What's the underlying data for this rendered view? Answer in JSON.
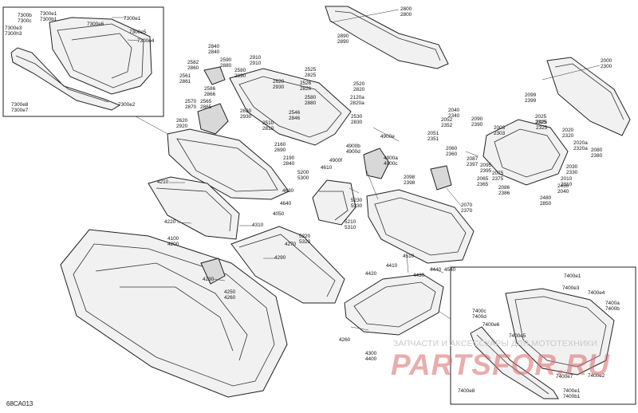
{
  "diagram_code": "68CA013",
  "watermark": {
    "line1": "ЗАПЧАСТИ И АКСЕССУАРЫ ДЛЯ МОТОТЕХНИКИ",
    "line2": "PARTSFOR.RU"
  },
  "callouts": [
    {
      "id": "c7300b",
      "lines": [
        "7300b",
        "7300c"
      ]
    },
    {
      "id": "c7300e1",
      "lines": [
        "7300e1",
        "7300b1"
      ]
    },
    {
      "id": "c7300e3",
      "lines": [
        "7300e3",
        "7300h3"
      ]
    },
    {
      "id": "c7300e6",
      "lines": [
        "7300e6"
      ]
    },
    {
      "id": "c7300e1b",
      "lines": [
        "7300e1"
      ]
    },
    {
      "id": "c7300e5",
      "lines": [
        "7300e5"
      ]
    },
    {
      "id": "c7300e4",
      "lines": [
        "7300e4"
      ]
    },
    {
      "id": "c7300e8",
      "lines": [
        "7300e8",
        "7300e7"
      ]
    },
    {
      "id": "c7300e2",
      "lines": [
        "7300e2"
      ]
    },
    {
      "id": "c2840",
      "lines": [
        "2840",
        "2840"
      ]
    },
    {
      "id": "c2582",
      "lines": [
        "2582",
        "2860"
      ]
    },
    {
      "id": "c2590",
      "lines": [
        "2590",
        "2880"
      ]
    },
    {
      "id": "c2561",
      "lines": [
        "2561",
        "2861"
      ]
    },
    {
      "id": "c2580",
      "lines": [
        "2580",
        "2890"
      ]
    },
    {
      "id": "c2910",
      "lines": [
        "2910",
        "2910"
      ]
    },
    {
      "id": "c2620",
      "lines": [
        "2620",
        "2930"
      ]
    },
    {
      "id": "c2525",
      "lines": [
        "2525",
        "2825"
      ]
    },
    {
      "id": "c2526",
      "lines": [
        "2526",
        "2826"
      ]
    },
    {
      "id": "c2520",
      "lines": [
        "2520",
        "2820"
      ]
    },
    {
      "id": "c2800",
      "lines": [
        "2800",
        "2800"
      ]
    },
    {
      "id": "c2890b",
      "lines": [
        "2890",
        "2890"
      ]
    },
    {
      "id": "c2570",
      "lines": [
        "2570",
        "2870"
      ]
    },
    {
      "id": "c2565",
      "lines": [
        "2565",
        "2865"
      ]
    },
    {
      "id": "c2866",
      "lines": [
        "2586",
        "2866"
      ]
    },
    {
      "id": "c2630",
      "lines": [
        "2630",
        "2930"
      ]
    },
    {
      "id": "c2580b",
      "lines": [
        "2580",
        "2880"
      ]
    },
    {
      "id": "c2120",
      "lines": [
        "2120a",
        "2820a"
      ]
    },
    {
      "id": "c2546",
      "lines": [
        "2546",
        "2846"
      ]
    },
    {
      "id": "c2530",
      "lines": [
        "2530",
        "2830"
      ]
    },
    {
      "id": "c2510",
      "lines": [
        "2510",
        "2810"
      ]
    },
    {
      "id": "c2620b",
      "lines": [
        "2620",
        "2920"
      ]
    },
    {
      "id": "c2190",
      "lines": [
        "2160",
        "2690"
      ]
    },
    {
      "id": "c2190b",
      "lines": [
        "2190",
        "2840"
      ]
    },
    {
      "id": "c4900b",
      "lines": [
        "4900b",
        "4900d"
      ]
    },
    {
      "id": "c4900e",
      "lines": [
        "4900e"
      ]
    },
    {
      "id": "c4900f",
      "lines": [
        "4900f"
      ]
    },
    {
      "id": "c4610",
      "lines": [
        "4610"
      ]
    },
    {
      "id": "c4900a",
      "lines": [
        "4900a",
        "4900c"
      ]
    },
    {
      "id": "c5200",
      "lines": [
        "5200",
        "5300"
      ]
    },
    {
      "id": "c4630",
      "lines": [
        "4630"
      ]
    },
    {
      "id": "c4640",
      "lines": [
        "4640"
      ]
    },
    {
      "id": "c4050",
      "lines": [
        "4050"
      ]
    },
    {
      "id": "c5230",
      "lines": [
        "5230",
        "5330"
      ]
    },
    {
      "id": "c5210",
      "lines": [
        "5210",
        "5310"
      ]
    },
    {
      "id": "c5220",
      "lines": [
        "5220",
        "5320"
      ]
    },
    {
      "id": "c4270",
      "lines": [
        "4270"
      ]
    },
    {
      "id": "c2000",
      "lines": [
        "2000",
        "2300"
      ]
    },
    {
      "id": "c2099",
      "lines": [
        "2099",
        "2399"
      ]
    },
    {
      "id": "c2040",
      "lines": [
        "2040",
        "2340"
      ]
    },
    {
      "id": "c2090",
      "lines": [
        "2090",
        "2390"
      ]
    },
    {
      "id": "c2025",
      "lines": [
        "2025",
        "2325"
      ]
    },
    {
      "id": "c2052",
      "lines": [
        "2052",
        "2352"
      ]
    },
    {
      "id": "c2051",
      "lines": [
        "2051",
        "2351"
      ]
    },
    {
      "id": "c2003",
      "lines": [
        "2003",
        "2303"
      ]
    },
    {
      "id": "c2025b",
      "lines": [
        "2025",
        "2325"
      ]
    },
    {
      "id": "c2020",
      "lines": [
        "2020",
        "2320"
      ]
    },
    {
      "id": "c2060",
      "lines": [
        "2060",
        "2360"
      ]
    },
    {
      "id": "c2020a",
      "lines": [
        "2020a",
        "2320a"
      ]
    },
    {
      "id": "c2080",
      "lines": [
        "2080",
        "2380"
      ]
    },
    {
      "id": "c2087",
      "lines": [
        "2087",
        "2397"
      ]
    },
    {
      "id": "c2095",
      "lines": [
        "2095",
        "2395"
      ]
    },
    {
      "id": "c2098",
      "lines": [
        "2098",
        "2398"
      ]
    },
    {
      "id": "c2330",
      "lines": [
        "2030",
        "2330"
      ]
    },
    {
      "id": "c2065",
      "lines": [
        "2065",
        "2365"
      ]
    },
    {
      "id": "c2075",
      "lines": [
        "2075",
        "2375"
      ]
    },
    {
      "id": "c2086",
      "lines": [
        "2086",
        "2386"
      ]
    },
    {
      "id": "c2450",
      "lines": [
        "2450",
        "2040"
      ]
    },
    {
      "id": "c2010",
      "lines": [
        "2010",
        "2310"
      ]
    },
    {
      "id": "c2480",
      "lines": [
        "2480",
        "2850"
      ]
    },
    {
      "id": "c2070",
      "lines": [
        "2070",
        "2370"
      ]
    },
    {
      "id": "c4210",
      "lines": [
        "4210"
      ]
    },
    {
      "id": "c4220",
      "lines": [
        "4220"
      ]
    },
    {
      "id": "c4310",
      "lines": [
        "4310"
      ]
    },
    {
      "id": "c4100",
      "lines": [
        "4100",
        "4200"
      ]
    },
    {
      "id": "c4290",
      "lines": [
        "4290"
      ]
    },
    {
      "id": "c4230",
      "lines": [
        "4230"
      ]
    },
    {
      "id": "c4250",
      "lines": [
        "4250",
        "4260"
      ]
    },
    {
      "id": "c4510",
      "lines": [
        "4510"
      ]
    },
    {
      "id": "c4410",
      "lines": [
        "4410"
      ]
    },
    {
      "id": "c4420",
      "lines": [
        "4420"
      ]
    },
    {
      "id": "c4430",
      "lines": [
        "4430"
      ]
    },
    {
      "id": "c4440",
      "lines": [
        "4440"
      ]
    },
    {
      "id": "c4540",
      "lines": [
        "4540"
      ]
    },
    {
      "id": "c4260b",
      "lines": [
        "4260"
      ]
    },
    {
      "id": "c4300",
      "lines": [
        "4300",
        "4400"
      ]
    },
    {
      "id": "c7400e1",
      "lines": [
        "7400e1"
      ]
    },
    {
      "id": "c7400e3",
      "lines": [
        "7400e3"
      ]
    },
    {
      "id": "c7400e4",
      "lines": [
        "7400e4"
      ]
    },
    {
      "id": "c7400a",
      "lines": [
        "7400a",
        "7400b"
      ]
    },
    {
      "id": "c7400c",
      "lines": [
        "7400c",
        "7400d"
      ]
    },
    {
      "id": "c7400e6",
      "lines": [
        "7400e6"
      ]
    },
    {
      "id": "c7400e5",
      "lines": [
        "7400e5"
      ]
    },
    {
      "id": "c7400e7",
      "lines": [
        "7400e7"
      ]
    },
    {
      "id": "c7400e2",
      "lines": [
        "7400e2"
      ]
    },
    {
      "id": "c7400e8",
      "lines": [
        "7400e8"
      ]
    },
    {
      "id": "c7400b1",
      "lines": [
        "7400e1",
        "7400b1"
      ]
    }
  ]
}
